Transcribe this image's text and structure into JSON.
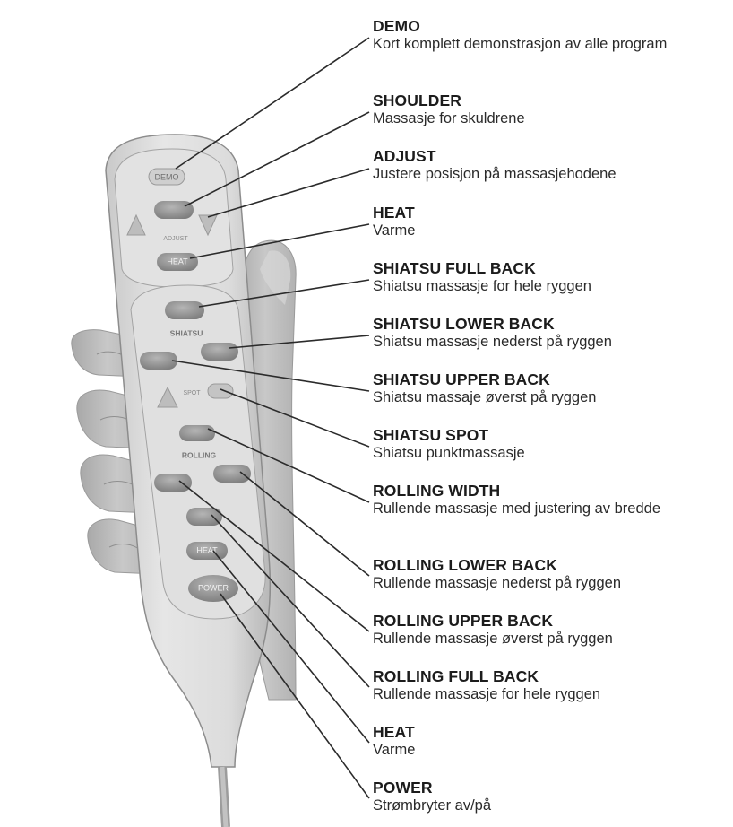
{
  "callouts": [
    {
      "name": "DEMO",
      "desc": "Kort komplett demonstrasjon av alle program"
    },
    {
      "name": "SHOULDER",
      "desc": "Massasje for skuldrene"
    },
    {
      "name": "ADJUST",
      "desc": "Justere posisjon på massasjehodene"
    },
    {
      "name": "HEAT",
      "desc": "Varme"
    },
    {
      "name": "SHIATSU FULL BACK",
      "desc": "Shiatsu massasje for hele ryggen"
    },
    {
      "name": "SHIATSU LOWER BACK",
      "desc": "Shiatsu massasje nederst på ryggen"
    },
    {
      "name": "SHIATSU UPPER BACK",
      "desc": "Shiatsu massaje øverst på ryggen"
    },
    {
      "name": "SHIATSU SPOT",
      "desc": "Shiatsu punktmassasje"
    },
    {
      "name": "ROLLING WIDTH",
      "desc": "Rullende massasje med justering av bredde"
    },
    {
      "name": "ROLLING LOWER BACK",
      "desc": "Rullende massasje nederst på ryggen"
    },
    {
      "name": "ROLLING UPPER BACK",
      "desc": "Rullende massasje øverst på ryggen"
    },
    {
      "name": "ROLLING FULL BACK",
      "desc": "Rullende massasje for hele ryggen"
    },
    {
      "name": "HEAT",
      "desc": "Varme"
    },
    {
      "name": "POWER",
      "desc": "Strømbryter av/på"
    }
  ],
  "remote": {
    "demo_label": "DEMO",
    "adjust_label": "ADJUST",
    "heat_top_label": "HEAT",
    "shiatsu_label": "SHIATSU",
    "spot_label": "SPOT",
    "rolling_label": "ROLLING",
    "heat_bottom_label": "HEAT",
    "power_label": "POWER"
  },
  "colors": {
    "leader_line": "#2b2b2b",
    "button": "#8e8e8e",
    "remote_body": "#d9d9d9",
    "hand": "#bdbdbd"
  }
}
